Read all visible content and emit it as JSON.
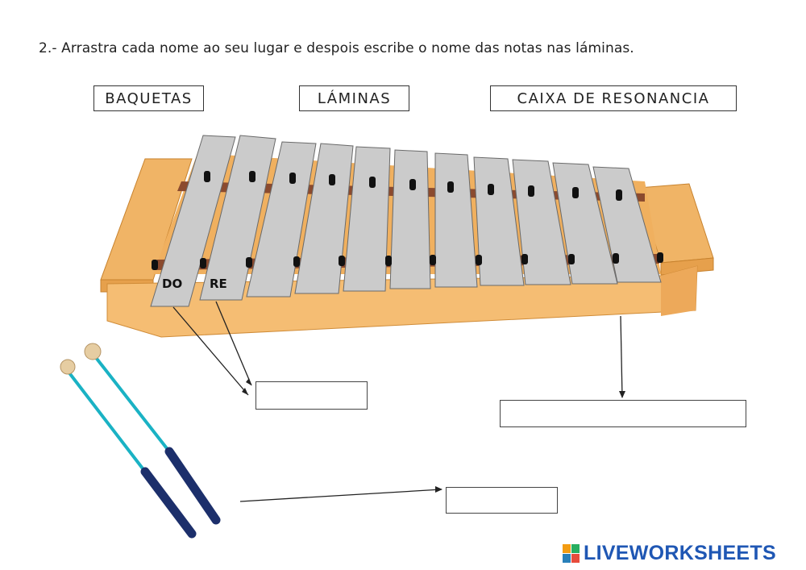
{
  "instruction": "2.- Arrastra cada nome ao seu lugar e despois escribe o nome das notas nas láminas.",
  "words": {
    "baquetas": "BAQUETAS",
    "laminas": "LÁMINAS",
    "caixa": "CAIXA DE RESONANCIA"
  },
  "notes": {
    "first": "DO",
    "second": "RE"
  },
  "answers": {
    "laminas": "",
    "caixa": "",
    "baquetas": ""
  },
  "brand": {
    "name": "LIVEWORKSHEETS",
    "color": "#1f57b4"
  },
  "colors": {
    "wood_front": "#f3b86b",
    "wood_top": "#e9a451",
    "bar": "#c9c9c9",
    "rail": "#8b4a2e",
    "mallet_shaft": "#1ab2c4",
    "mallet_handle": "#1c2f6b",
    "mallet_head": "#e3c9a0"
  }
}
